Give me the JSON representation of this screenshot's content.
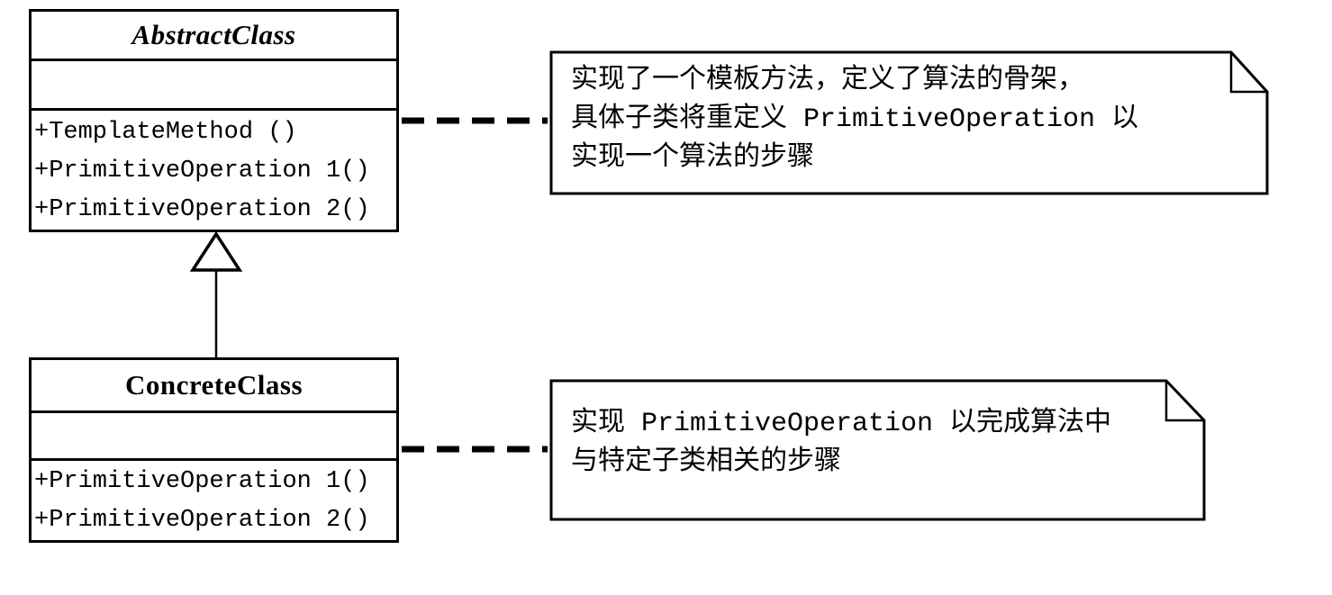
{
  "diagram": {
    "type": "uml-class-diagram",
    "colors": {
      "stroke": "#000000",
      "fill": "#ffffff",
      "background": "#ffffff"
    }
  },
  "classes": [
    {
      "name": "AbstractClass",
      "name_style": "bold-italic",
      "attributes": [],
      "methods": [
        "+TemplateMethod ()",
        "+PrimitiveOperation 1()",
        "+PrimitiveOperation 2()"
      ]
    },
    {
      "name": "ConcreteClass",
      "name_style": "bold",
      "attributes": [],
      "methods": [
        "+PrimitiveOperation 1()",
        "+PrimitiveOperation 2()"
      ]
    }
  ],
  "notes": [
    {
      "lines": [
        "实现了一个模板方法，定义了算法的骨架，",
        "具体子类将重定义 PrimitiveOperation 以",
        "实现一个算法的步骤"
      ]
    },
    {
      "lines": [
        "实现 PrimitiveOperation 以完成算法中",
        "与特定子类相关的步骤"
      ]
    }
  ],
  "connectors": [
    {
      "type": "note-anchor",
      "style": "dashed",
      "from": "AbstractClass",
      "to": "note-1"
    },
    {
      "type": "note-anchor",
      "style": "dashed",
      "from": "ConcreteClass",
      "to": "note-2"
    },
    {
      "type": "generalization",
      "style": "solid-hollow-triangle",
      "from": "ConcreteClass",
      "to": "AbstractClass"
    }
  ]
}
